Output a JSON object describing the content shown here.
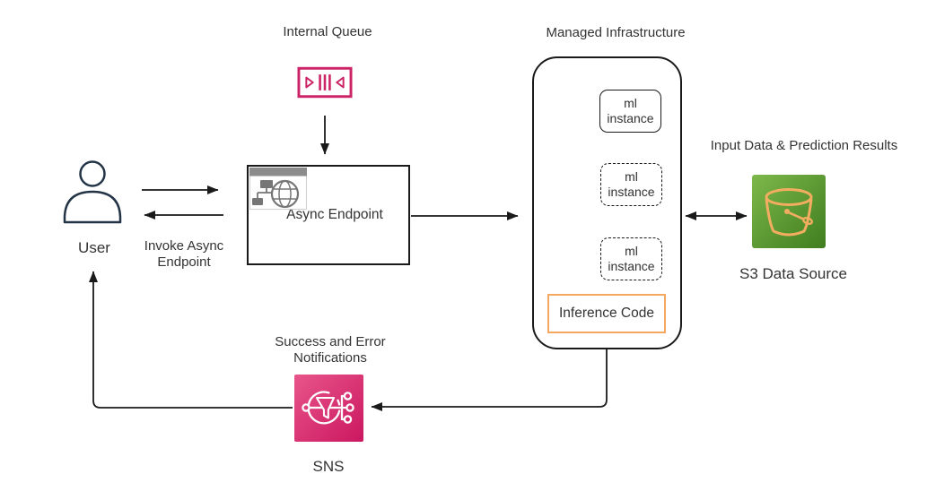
{
  "diagram": {
    "internal_queue_label": "Internal Queue",
    "managed_infrastructure_label": "Managed Infrastructure",
    "user_label": "User",
    "invoke_label": "Invoke Async\nEndpoint",
    "async_endpoint_label": "Async Endpoint",
    "inference_code_label": "Inference Code",
    "input_data_label": "Input Data & Prediction Results",
    "s3_label": "S3 Data Source",
    "sns_caption": "Success and Error\nNotifications",
    "sns_label": "SNS",
    "ml_instances": [
      {
        "label": "ml\ninstance",
        "border": "solid"
      },
      {
        "label": "ml\ninstance",
        "border": "dashed"
      },
      {
        "label": "ml\ninstance",
        "border": "dashed"
      }
    ]
  },
  "colors": {
    "queue_pink": "#CC2366",
    "sns_pink_light": "#E8558A",
    "sns_pink_dark": "#CB1760",
    "s3_green_light": "#7DB84A",
    "s3_green_dark": "#3F7D1F",
    "bucket_orange": "#F2AD60",
    "inference_orange": "#F5A862",
    "actor_navy": "#243447",
    "icon_gray": "#767676",
    "line_black": "#1A1A1A",
    "text": "#333333"
  }
}
